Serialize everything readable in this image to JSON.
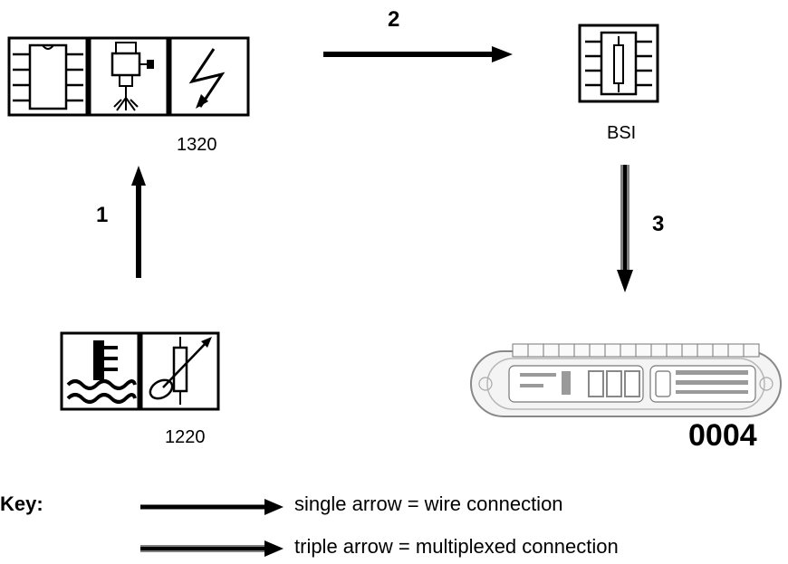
{
  "diagram": {
    "components": {
      "ecu": {
        "code": "1320",
        "icons": [
          "chip-icon",
          "injector-icon",
          "spark-icon"
        ]
      },
      "sensor": {
        "code": "1220",
        "icons": [
          "coolant-temp-icon",
          "variable-resistor-icon"
        ]
      },
      "bsi": {
        "code": "BSI",
        "icons": [
          "chip-icon"
        ]
      },
      "instrument_panel": {
        "code": "0004",
        "icons": [
          "instrument-cluster-icon"
        ]
      }
    },
    "connections": [
      {
        "label": "1",
        "from": "1220",
        "to": "1320",
        "kind": "single"
      },
      {
        "label": "2",
        "from": "1320",
        "to": "BSI",
        "kind": "single"
      },
      {
        "label": "3",
        "from": "BSI",
        "to": "0004",
        "kind": "triple"
      }
    ]
  },
  "key": {
    "title": "Key:",
    "single": "single arrow = wire connection",
    "triple": "triple arrow = multiplexed connection"
  }
}
